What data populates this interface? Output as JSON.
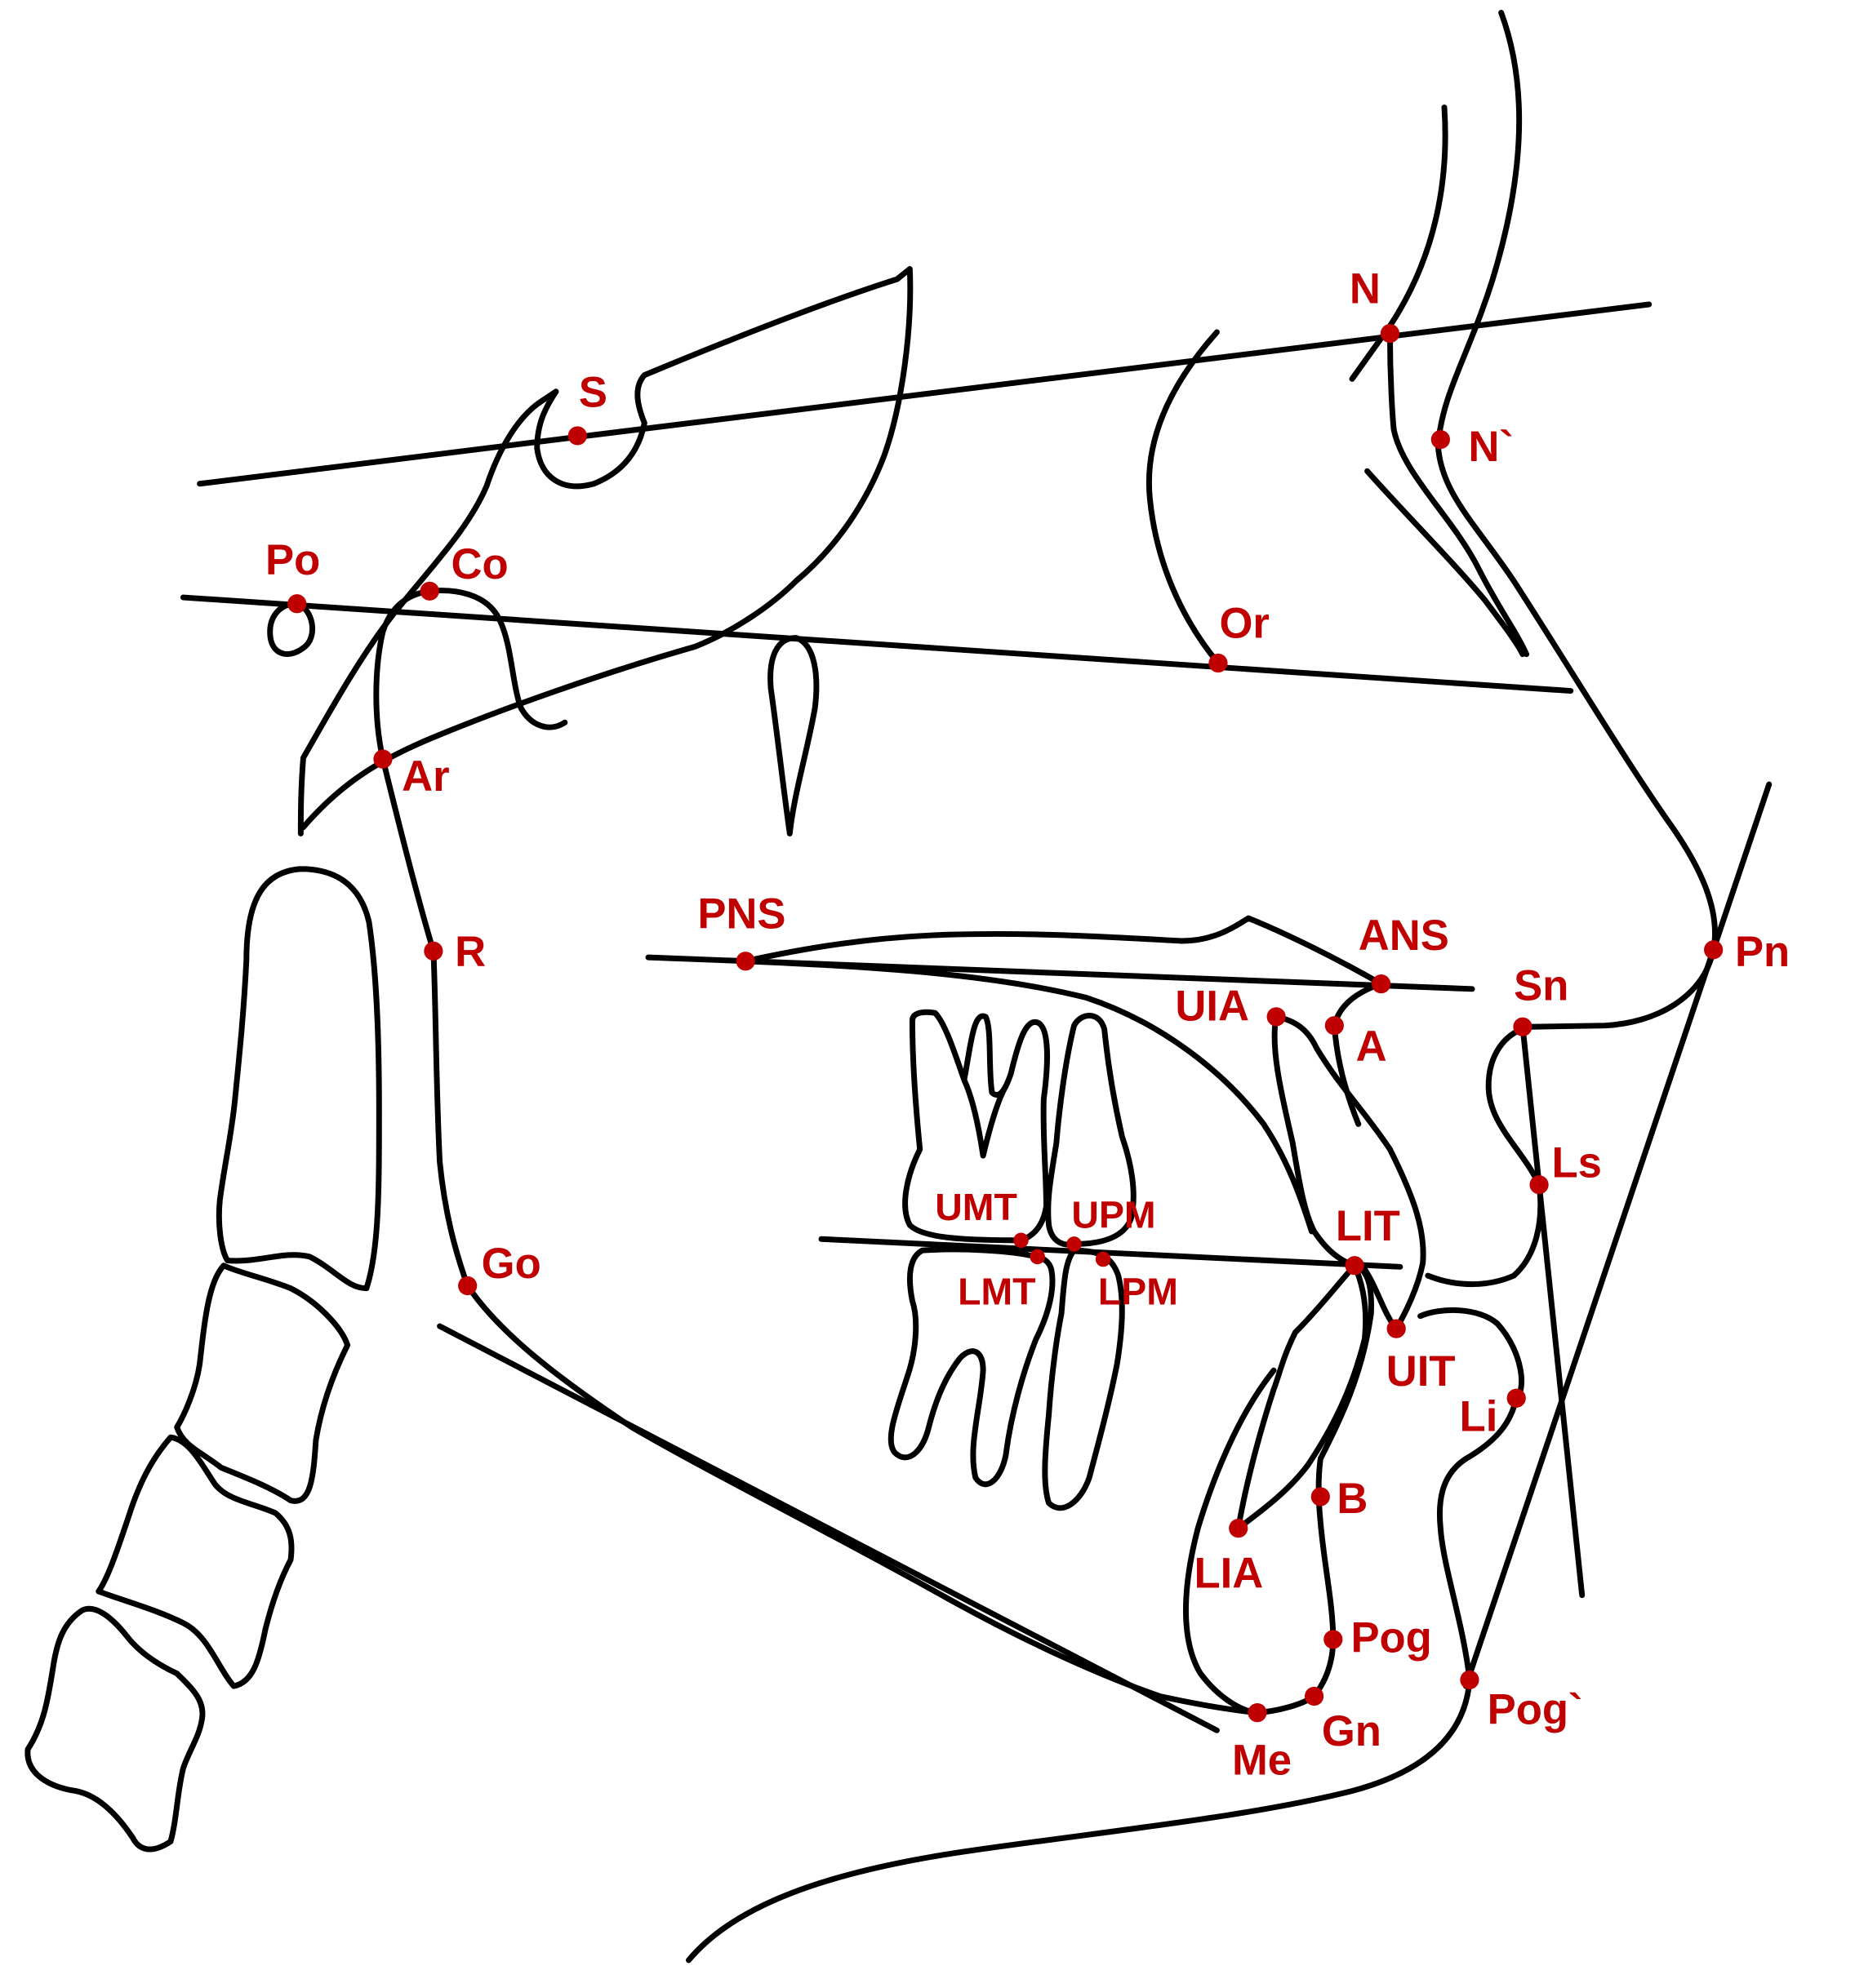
{
  "colors": {
    "outline": "#000000",
    "landmark": "#c00000",
    "background": "#ffffff"
  },
  "landmarks": [
    {
      "id": "S",
      "label": "S"
    },
    {
      "id": "N",
      "label": "N"
    },
    {
      "id": "Ns",
      "label": "N`"
    },
    {
      "id": "Po",
      "label": "Po"
    },
    {
      "id": "Co",
      "label": "Co"
    },
    {
      "id": "Or",
      "label": "Or"
    },
    {
      "id": "Ar",
      "label": "Ar"
    },
    {
      "id": "R",
      "label": "R"
    },
    {
      "id": "PNS",
      "label": "PNS"
    },
    {
      "id": "ANS",
      "label": "ANS"
    },
    {
      "id": "UIA",
      "label": "UIA"
    },
    {
      "id": "A",
      "label": "A"
    },
    {
      "id": "Sn",
      "label": "Sn"
    },
    {
      "id": "Pn",
      "label": "Pn"
    },
    {
      "id": "Ls",
      "label": "Ls"
    },
    {
      "id": "UMT",
      "label": "UMT"
    },
    {
      "id": "UPM",
      "label": "UPM"
    },
    {
      "id": "LMT",
      "label": "LMT"
    },
    {
      "id": "LPM",
      "label": "LPM"
    },
    {
      "id": "LIT",
      "label": "LIT"
    },
    {
      "id": "Go",
      "label": "Go"
    },
    {
      "id": "UIT",
      "label": "UIT"
    },
    {
      "id": "Li",
      "label": "Li"
    },
    {
      "id": "B",
      "label": "B"
    },
    {
      "id": "LIA",
      "label": "LIA"
    },
    {
      "id": "Pog",
      "label": "Pog"
    },
    {
      "id": "Gn",
      "label": "Gn"
    },
    {
      "id": "Me",
      "label": "Me"
    },
    {
      "id": "Pogs",
      "label": "Pog`"
    }
  ]
}
